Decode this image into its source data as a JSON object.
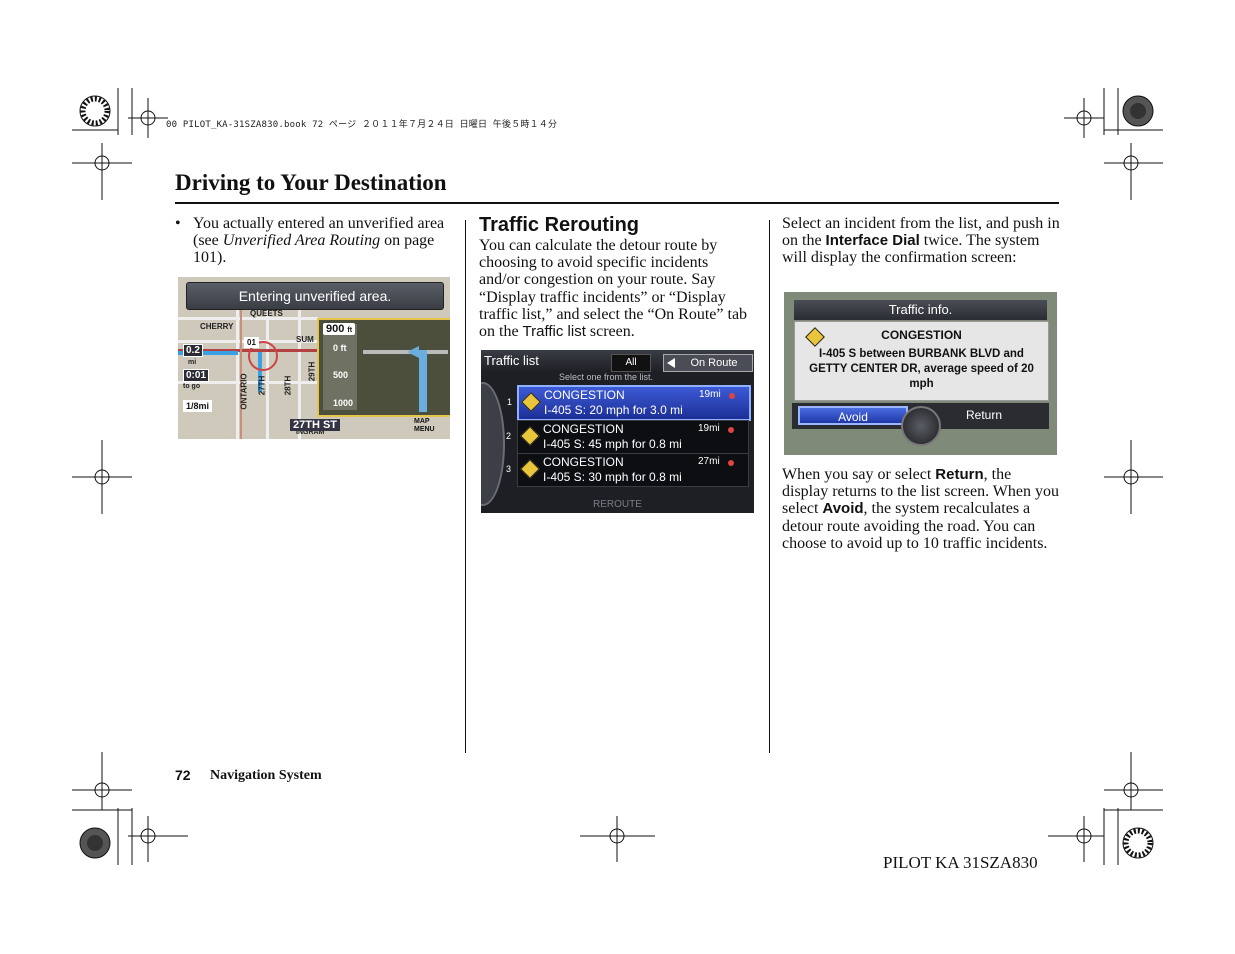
{
  "header": {
    "file_info": "00 PILOT_KA-31SZA830.book  72 ページ  ２０１１年７月２４日  日曜日  午後５時１４分"
  },
  "section": {
    "title": "Driving to Your Destination"
  },
  "column1": {
    "bullet": "•",
    "text_before": "You actually entered an unverified area (see ",
    "link_italic": "Unverified Area Routing",
    "text_after": " on page 101)."
  },
  "map_screen": {
    "banner": "Entering unverified area.",
    "street_cherry": "CHERRY",
    "street_queets": "QUEETS",
    "street_ontario": "ONTARIO",
    "street_27th": "27TH",
    "street_28th": "28TH",
    "street_29th": "29TH",
    "street_sum": "SUM",
    "street_ingram": "INGRAM",
    "route_shield": "01",
    "dist_value": "0.2",
    "dist_unit": "mi",
    "time_value": "0:01",
    "time_label": "to go",
    "scale": "1/8mi",
    "inset_distance": "900",
    "inset_unit": "ft",
    "inset_0": "0 ft",
    "inset_500": "500",
    "inset_1000": "1000",
    "current_street": "27TH ST",
    "menu_line1": "MAP",
    "menu_line2": "MENU"
  },
  "column2": {
    "subtitle": "Traffic Rerouting",
    "p1": "You can calculate the detour route by choosing to avoid specific incidents and/or congestion on your route. Say “Display traffic incidents” or “Display traffic list,” and select the “On Route” tab on the ",
    "p1_ui": "Traffic list",
    "p1_end": " screen."
  },
  "traffic_list": {
    "title": "Traffic list",
    "tab_all": "All",
    "tab_on_route": "On Route",
    "hint": "Select one from the list.",
    "rows": [
      {
        "num": "1",
        "type": "CONGESTION",
        "desc": "I-405 S: 20 mph for 3.0 mi",
        "dist": "19mi"
      },
      {
        "num": "2",
        "type": "CONGESTION",
        "desc": "I-405 S: 45 mph for 0.8 mi",
        "dist": "19mi"
      },
      {
        "num": "3",
        "type": "CONGESTION",
        "desc": "I-405 S: 30 mph for 0.8 mi",
        "dist": "27mi"
      }
    ],
    "reroute": "REROUTE"
  },
  "column3": {
    "p1_a": "Select an incident from the list, and push in on the ",
    "p1_ui": "Interface Dial",
    "p1_b": " twice. The system will display the confirmation screen:",
    "p2_a": "When you say or select ",
    "p2_ui1": "Return",
    "p2_b": ", the display returns to the list screen. When you select ",
    "p2_ui2": "Avoid",
    "p2_c": ", the system recalculates a detour route avoiding the road. You can choose to avoid up to 10 traffic incidents."
  },
  "traffic_info": {
    "title": "Traffic info.",
    "heading": "CONGESTION",
    "message": "I-405 S between BURBANK BLVD and GETTY CENTER DR, average speed of 20 mph",
    "btn_avoid": "Avoid",
    "btn_return": "Return"
  },
  "footer": {
    "page_number": "72",
    "label": "Navigation System",
    "code": "PILOT KA  31SZA830"
  }
}
